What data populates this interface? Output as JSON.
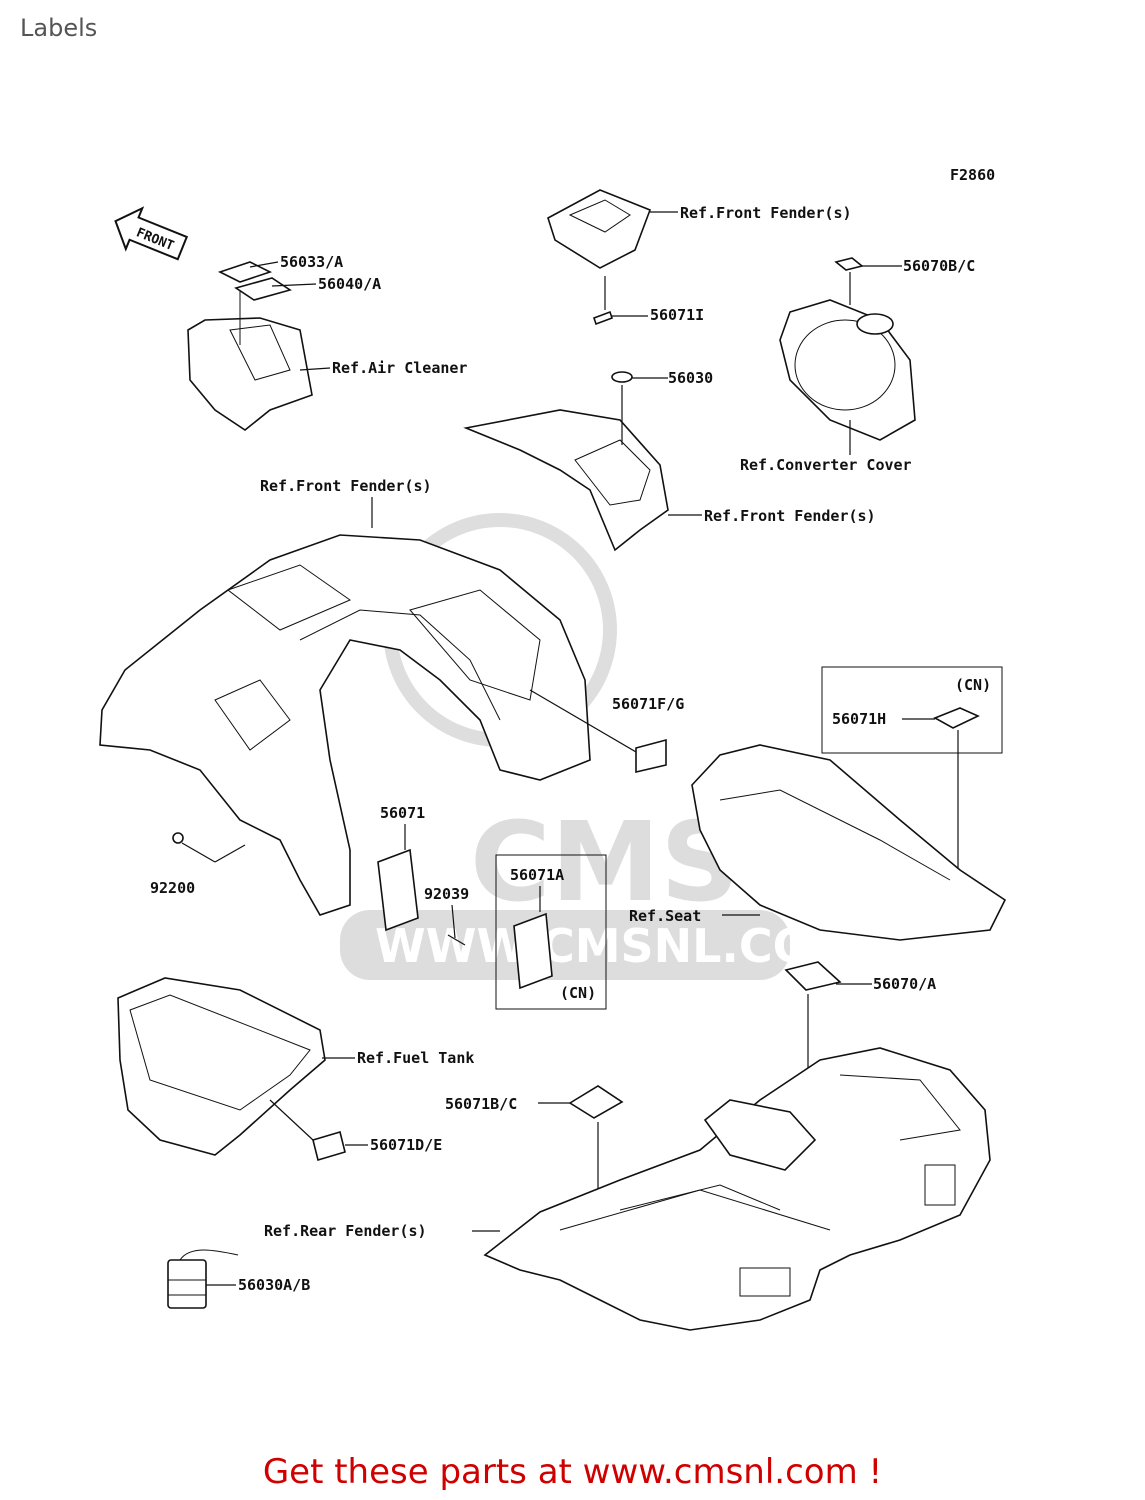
{
  "page": {
    "title": "Labels"
  },
  "diagram": {
    "code": "F2860",
    "front_arrow": "FRONT",
    "watermark": {
      "brand": "CMS",
      "url": "WWW.CMSNL.COM"
    },
    "labels": {
      "l_56033A": "56033/A",
      "l_56040A": "56040/A",
      "ref_air_cleaner": "Ref.Air Cleaner",
      "ref_front_fender_top": "Ref.Front Fender(s)",
      "l_56071I": "56071I",
      "l_56070BC": "56070B/C",
      "l_56030": "56030",
      "ref_converter_cover": "Ref.Converter Cover",
      "ref_front_fender_mid": "Ref.Front Fender(s)",
      "ref_front_fender_main": "Ref.Front Fender(s)",
      "l_56071FG": "56071F/G",
      "cn_top": "(CN)",
      "l_56071H": "56071H",
      "l_56071": "56071",
      "l_92039": "92039",
      "l_56071A": "56071A",
      "cn_bottom": "(CN)",
      "l_92200": "92200",
      "ref_seat": "Ref.Seat",
      "l_56070A": "56070/A",
      "ref_fuel_tank": "Ref.Fuel Tank",
      "l_56071BC": "56071B/C",
      "l_56071DE": "56071D/E",
      "ref_rear_fender": "Ref.Rear Fender(s)",
      "l_56030AB": "56030A/B"
    }
  },
  "footer": {
    "text": "Get these parts at www.cmsnl.com !"
  }
}
